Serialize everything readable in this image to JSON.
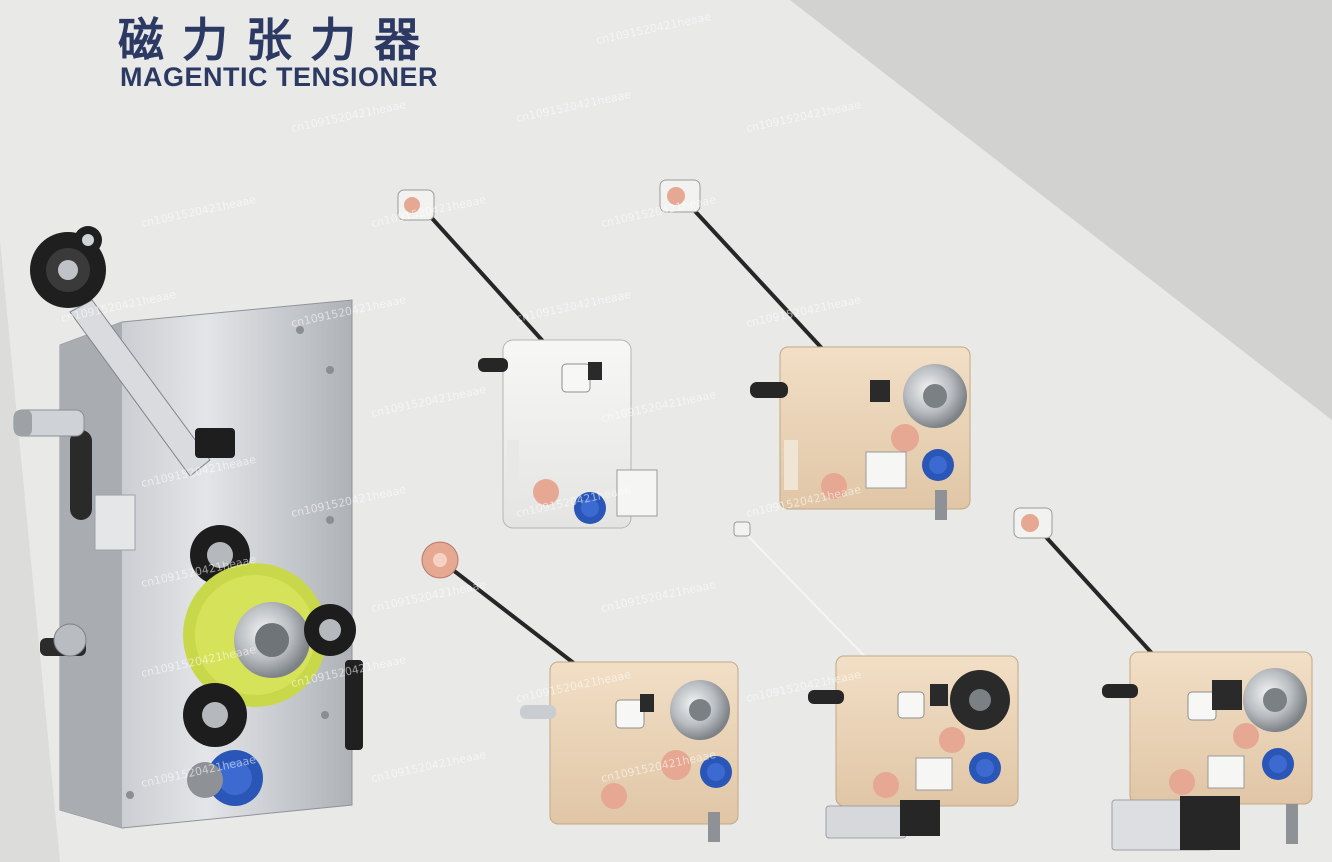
{
  "header": {
    "title_zh": "磁力张力器",
    "title_en": "MAGENTIC TENSIONER"
  },
  "watermark": "cn1091520421heaae",
  "colors": {
    "title": "#2c3a63",
    "background_light": "#ebebea",
    "background_dark": "#d4d4d3",
    "device_cream": "#ecd6bb",
    "device_white": "#f1f1ef",
    "device_silver": "#c8cbcf",
    "dial_blue": "#2a56b8",
    "felt_green": "#c8d84a"
  },
  "devices": [
    {
      "name": "large-silver-tensioner",
      "color": "silver"
    },
    {
      "name": "white-tensioner",
      "color": "white"
    },
    {
      "name": "cream-tensioner-large",
      "color": "cream"
    },
    {
      "name": "cream-tensioner-small",
      "color": "cream"
    },
    {
      "name": "cream-tensioner-cylinder",
      "color": "cream"
    },
    {
      "name": "cream-tensioner-cylinder-right",
      "color": "cream"
    }
  ]
}
